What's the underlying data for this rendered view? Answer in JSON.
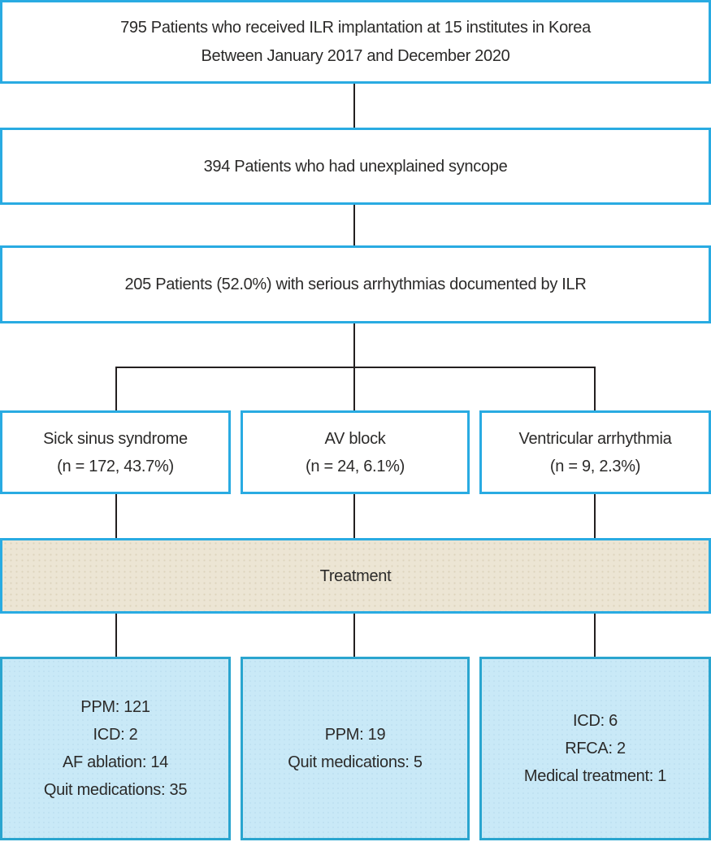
{
  "colors": {
    "border_cyan": "#29abe2",
    "border_cyan_dark": "#2aa5cf",
    "connector_black": "#231f20",
    "treatment_fill": "#ece5d4",
    "treatment_dot": "#ddd3bb",
    "outcome_fill": "#c9e9f7",
    "outcome_dot": "#bfe2f2",
    "text": "#2b2a29"
  },
  "flowchart": {
    "total": {
      "line1": "795 Patients who received ILR implantation at 15 institutes in Korea",
      "line2": "Between January 2017 and December 2020"
    },
    "syncope": {
      "line1": "394 Patients who had unexplained syncope"
    },
    "serious": {
      "line1": "205 Patients (52.0%) with serious arrhythmias documented by ILR"
    },
    "sick_sinus": {
      "line1": "Sick sinus syndrome",
      "line2": "(n = 172, 43.7%)"
    },
    "av_block": {
      "line1": "AV block",
      "line2": "(n = 24, 6.1%)"
    },
    "ventricular": {
      "line1": "Ventricular arrhythmia",
      "line2": "(n = 9, 2.3%)"
    },
    "treatment": {
      "label": "Treatment"
    },
    "outcome_sick_sinus": {
      "lines": [
        "PPM: 121",
        "ICD: 2",
        "AF ablation: 14",
        "Quit medications: 35"
      ]
    },
    "outcome_av_block": {
      "lines": [
        "PPM: 19",
        "Quit medications: 5"
      ]
    },
    "outcome_ventricular": {
      "lines": [
        "ICD: 6",
        "RFCA: 2",
        "Medical treatment: 1"
      ]
    }
  }
}
